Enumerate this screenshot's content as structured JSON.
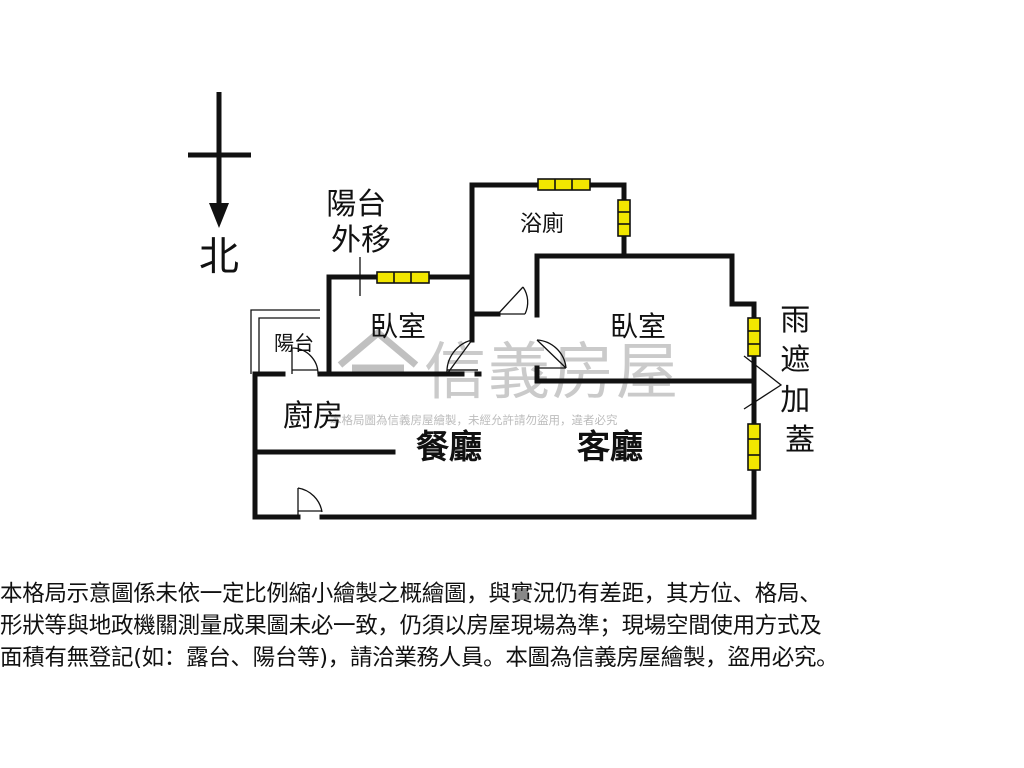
{
  "compass": {
    "north_label": "北"
  },
  "rooms": {
    "balcony_moved": "陽台\n外移",
    "bathroom": "浴廁",
    "bedroom_left": "臥室",
    "bedroom_right": "臥室",
    "balcony": "陽台",
    "kitchen": "廚房",
    "dining": "餐廳",
    "living": "客廳",
    "canopy": "雨\n遮\n加\n蓋"
  },
  "watermark": {
    "brand": "信義房屋",
    "notice": "本格局圖為信義房屋繪製，未經允許請勿盜用，違者必究"
  },
  "disclaimer": "本格局示意圖係未依一定比例縮小繪製之概繪圖，與實況仍有差距，其方位、格局、\n形狀等與地政機關測量成果圖未必一致，仍須以房屋現場為準；現場空間使用方式及\n面積有無登記(如：露台、陽台等)，請洽業務人員。本圖為信義房屋繪製，盜用必究。",
  "colors": {
    "wall": "#111111",
    "window_fill": "#f2e600",
    "background": "#ffffff",
    "watermark": "#b4b4b4"
  }
}
